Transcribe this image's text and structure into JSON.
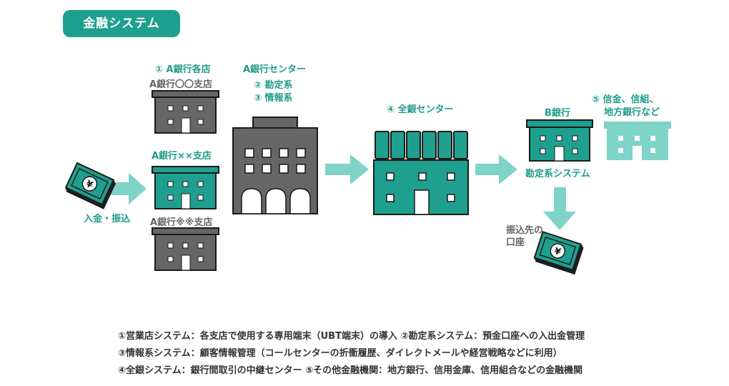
{
  "title": "金融システム",
  "nodes": {
    "branch_group_label": "① A銀行各店",
    "branch1": "A銀行〇〇支店",
    "branch2": "A銀行××支店",
    "branch3": "A銀行※※支店",
    "center_label": "A銀行センター",
    "center_sub1": "② 勘定系",
    "center_sub2": "③ 情報系",
    "zengin": "④ 全銀センター",
    "bank_b": "B銀行",
    "bank_b_sub": "勘定系システム",
    "others_line1": "⑤ 信金、信組、",
    "others_line2": "地方銀行など",
    "deposit": "入金・振込",
    "dest_line1": "振込先の",
    "dest_line2": "口座",
    "yen": "¥"
  },
  "legend": [
    "①営業店システム：各支店で使用する専用端末（UBT端末）の導入 ②勘定系システム：預金口座への入出金管理",
    "③情報系システム：顧客情報管理（コールセンターの折衝履歴、ダイレクトメールや経営戦略などに利用）",
    "④全銀システム：銀行間取引の中継センター ⑤その他金融機関：地方銀行、信用金庫、信用組合などの金融機関"
  ],
  "colors": {
    "teal": "#1fa08e",
    "light_teal": "#7fd3c8",
    "gray": "#666666",
    "dark": "#1a1a1a"
  }
}
